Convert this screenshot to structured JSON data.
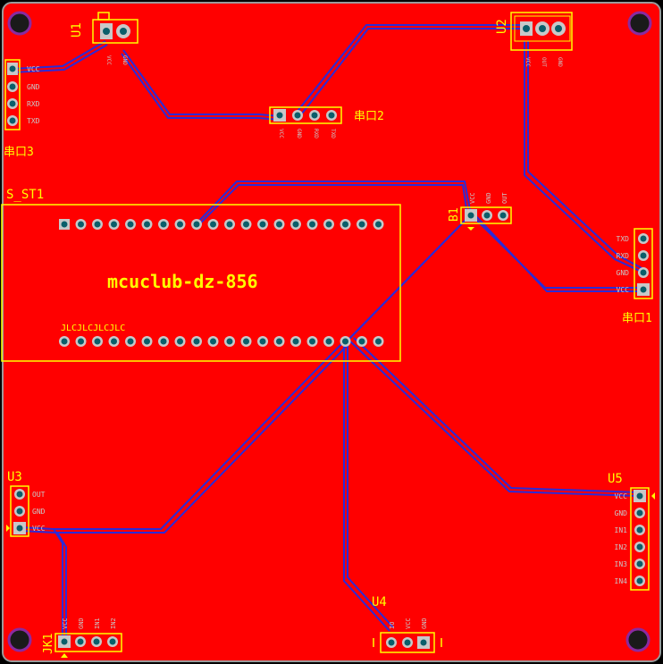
{
  "colors": {
    "board": "#ff0000",
    "outline": "#9a9a9a",
    "silk": "#ffff00",
    "track": "#2b2bd8",
    "pad": "#c8c8c8",
    "hole": "#0a5e6a",
    "mount": "#1a1a1a",
    "mount_ring": "#8a2aa0",
    "text_small": "#c8a000"
  },
  "board_text": {
    "title": "mcuclub-dz-856",
    "jlc": "JLCJLCJLCJLC",
    "header_label": "S_ST1"
  },
  "components": {
    "u1": {
      "ref": "U1",
      "pins": [
        "VCC",
        "GND"
      ]
    },
    "u2": {
      "ref": "U2",
      "pins": [
        "VCC",
        "OUT",
        "GND"
      ]
    },
    "u3": {
      "ref": "U3",
      "pins": [
        "OUT",
        "GND",
        "VCC"
      ]
    },
    "u4": {
      "ref": "U4",
      "pins": [
        "IO",
        "VCC",
        "GND"
      ]
    },
    "u5": {
      "ref": "U5",
      "pins": [
        "VCC",
        "GND",
        "IN1",
        "IN2",
        "IN3",
        "IN4"
      ]
    },
    "b1": {
      "ref": "B1",
      "pins": [
        "VCC",
        "GND",
        "OUT"
      ]
    },
    "jk1": {
      "ref": "JK1",
      "pins": [
        "VCC",
        "GND",
        "IN1",
        "IN2"
      ]
    },
    "com1": {
      "ref": "串口1",
      "pins": [
        "TXD",
        "RXD",
        "GND",
        "VCC"
      ]
    },
    "com2": {
      "ref": "串口2",
      "pins": [
        "VCC",
        "GND",
        "RXD",
        "TXD"
      ]
    },
    "com3": {
      "ref": "串口3",
      "pins": [
        "VCC",
        "GND",
        "RXD",
        "TXD"
      ]
    }
  }
}
